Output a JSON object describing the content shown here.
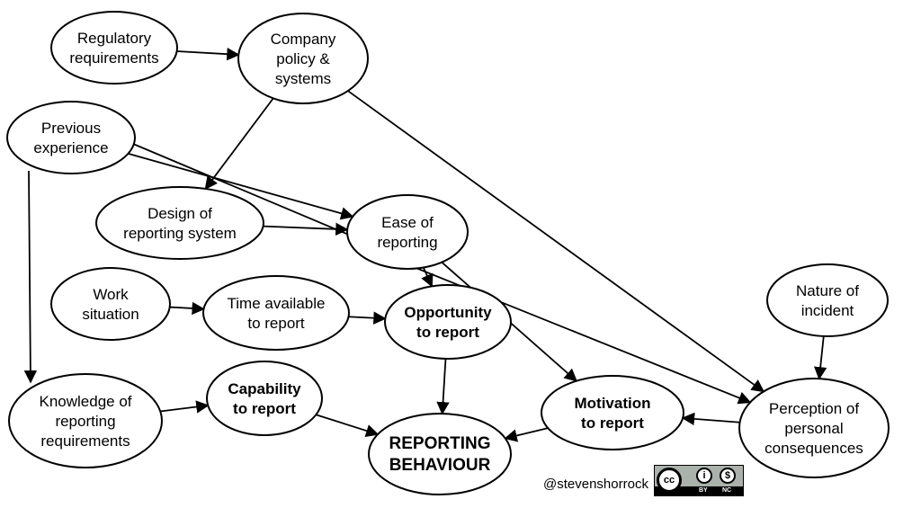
{
  "diagram": {
    "nodes": {
      "regulatory": [
        "Regulatory",
        "requirements"
      ],
      "company": [
        "Company",
        "policy &",
        "systems"
      ],
      "previous": [
        "Previous",
        "experience"
      ],
      "design": [
        "Design of",
        "reporting system"
      ],
      "ease": [
        "Ease of",
        "reporting"
      ],
      "work": [
        "Work",
        "situation"
      ],
      "time": [
        "Time available",
        "to report"
      ],
      "opportunity": [
        "Opportunity",
        "to report"
      ],
      "nature": [
        "Nature of",
        "incident"
      ],
      "knowledge": [
        "Knowledge of",
        "reporting",
        "requirements"
      ],
      "capability": [
        "Capability",
        "to report"
      ],
      "motivation": [
        "Motivation",
        "to report"
      ],
      "perception": [
        "Perception of",
        "personal",
        "consequences"
      ],
      "behaviour": [
        "REPORTING",
        "BEHAVIOUR"
      ]
    },
    "edges": [
      {
        "from": "regulatory",
        "to": "company"
      },
      {
        "from": "company",
        "to": "design"
      },
      {
        "from": "company",
        "to": "perception"
      },
      {
        "from": "previous",
        "to": "ease"
      },
      {
        "from": "previous",
        "to": "knowledge"
      },
      {
        "from": "previous",
        "to": "perception"
      },
      {
        "from": "design",
        "to": "ease"
      },
      {
        "from": "ease",
        "to": "opportunity"
      },
      {
        "from": "ease",
        "to": "motivation"
      },
      {
        "from": "work",
        "to": "time"
      },
      {
        "from": "time",
        "to": "opportunity"
      },
      {
        "from": "opportunity",
        "to": "behaviour"
      },
      {
        "from": "knowledge",
        "to": "capability"
      },
      {
        "from": "capability",
        "to": "behaviour"
      },
      {
        "from": "motivation",
        "to": "behaviour"
      },
      {
        "from": "nature",
        "to": "perception"
      },
      {
        "from": "perception",
        "to": "motivation"
      }
    ]
  },
  "footer": {
    "credit": "@stevenshorrock",
    "license": {
      "cc": "cc",
      "by": "BY",
      "nc": "NC",
      "by_icon": "person-icon",
      "nc_icon": "no-dollar-icon"
    }
  },
  "colors": {
    "license_bg": "#aab2ab",
    "stroke": "#000000"
  }
}
